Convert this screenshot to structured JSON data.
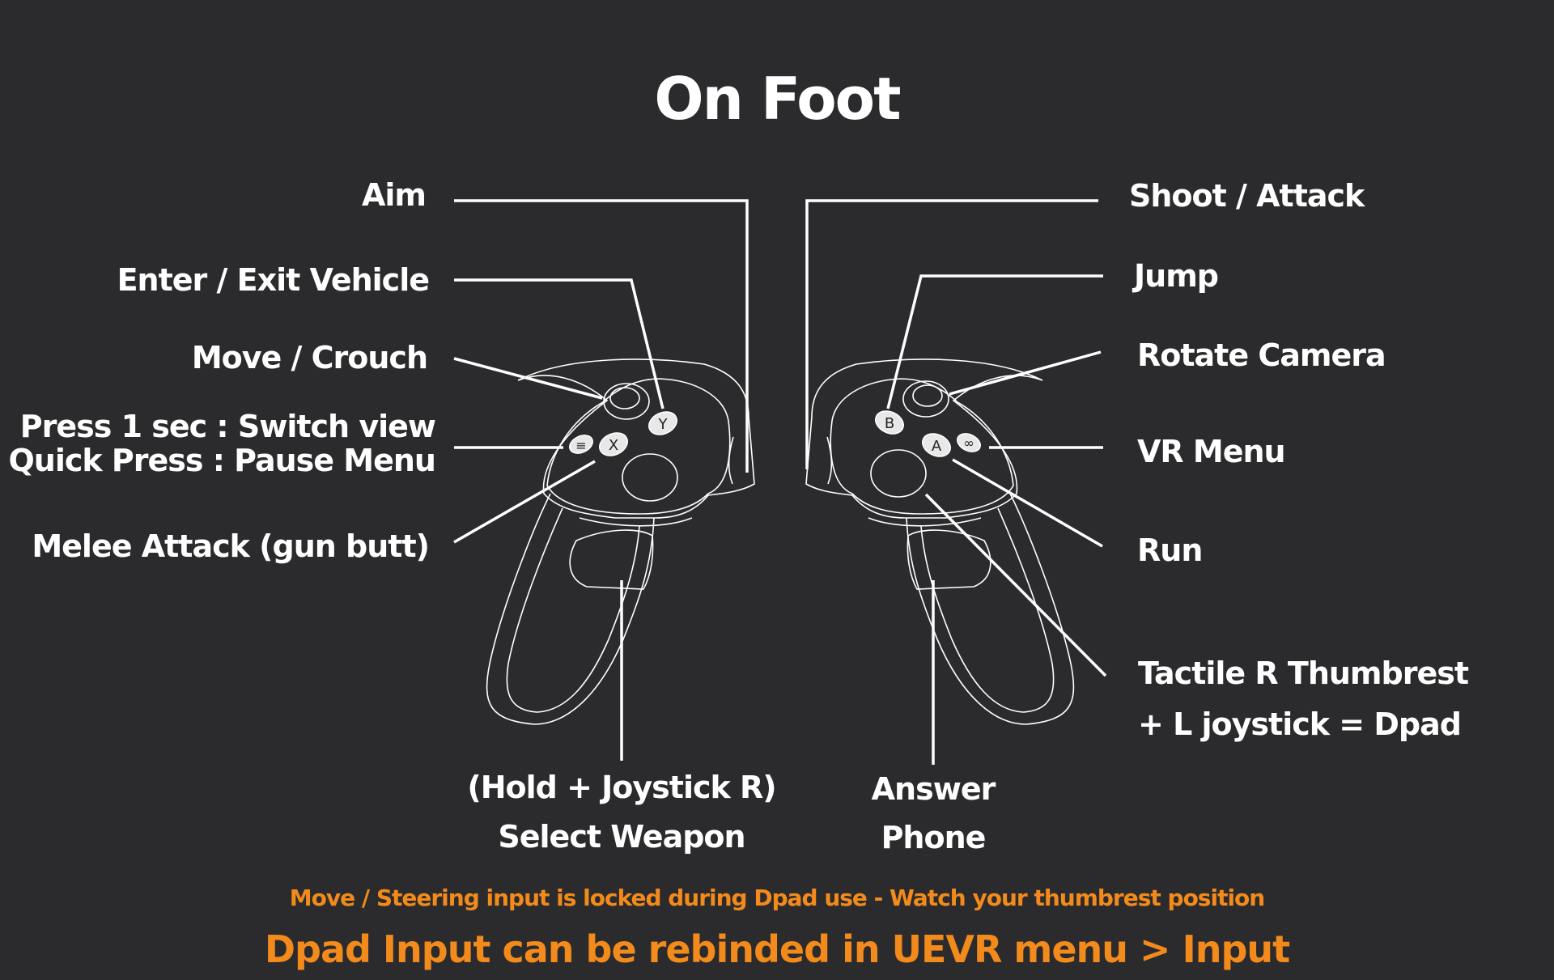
{
  "title": "On Foot",
  "labels": {
    "aim": "Aim",
    "enter_exit": "Enter / Exit Vehicle",
    "move_crouch": "Move / Crouch",
    "switch_view": "Press 1 sec : Switch view",
    "pause_menu": "Quick Press : Pause Menu",
    "melee": "Melee Attack (gun butt)",
    "shoot": "Shoot / Attack",
    "jump": "Jump",
    "rotate_camera": "Rotate Camera",
    "vr_menu": "VR Menu",
    "run": "Run",
    "thumbrest_1": "Tactile  R Thumbrest",
    "thumbrest_2": "+ L joystick = Dpad",
    "select_weapon_1": "(Hold + Joystick R)",
    "select_weapon_2": "Select Weapon",
    "answer_1": "Answer",
    "answer_2": "Phone"
  },
  "buttons": {
    "y": "Y",
    "x": "X",
    "menu": "≡",
    "b": "B",
    "a": "A",
    "oculus": "∞"
  },
  "notes": {
    "small": "Move / Steering input is locked during Dpad use - Watch your thumbrest position",
    "big": "Dpad Input can be rebinded in UEVR menu > Input"
  },
  "colors": {
    "background": "#2b2b2d",
    "text": "#ffffff",
    "accent": "#f28a1c"
  }
}
